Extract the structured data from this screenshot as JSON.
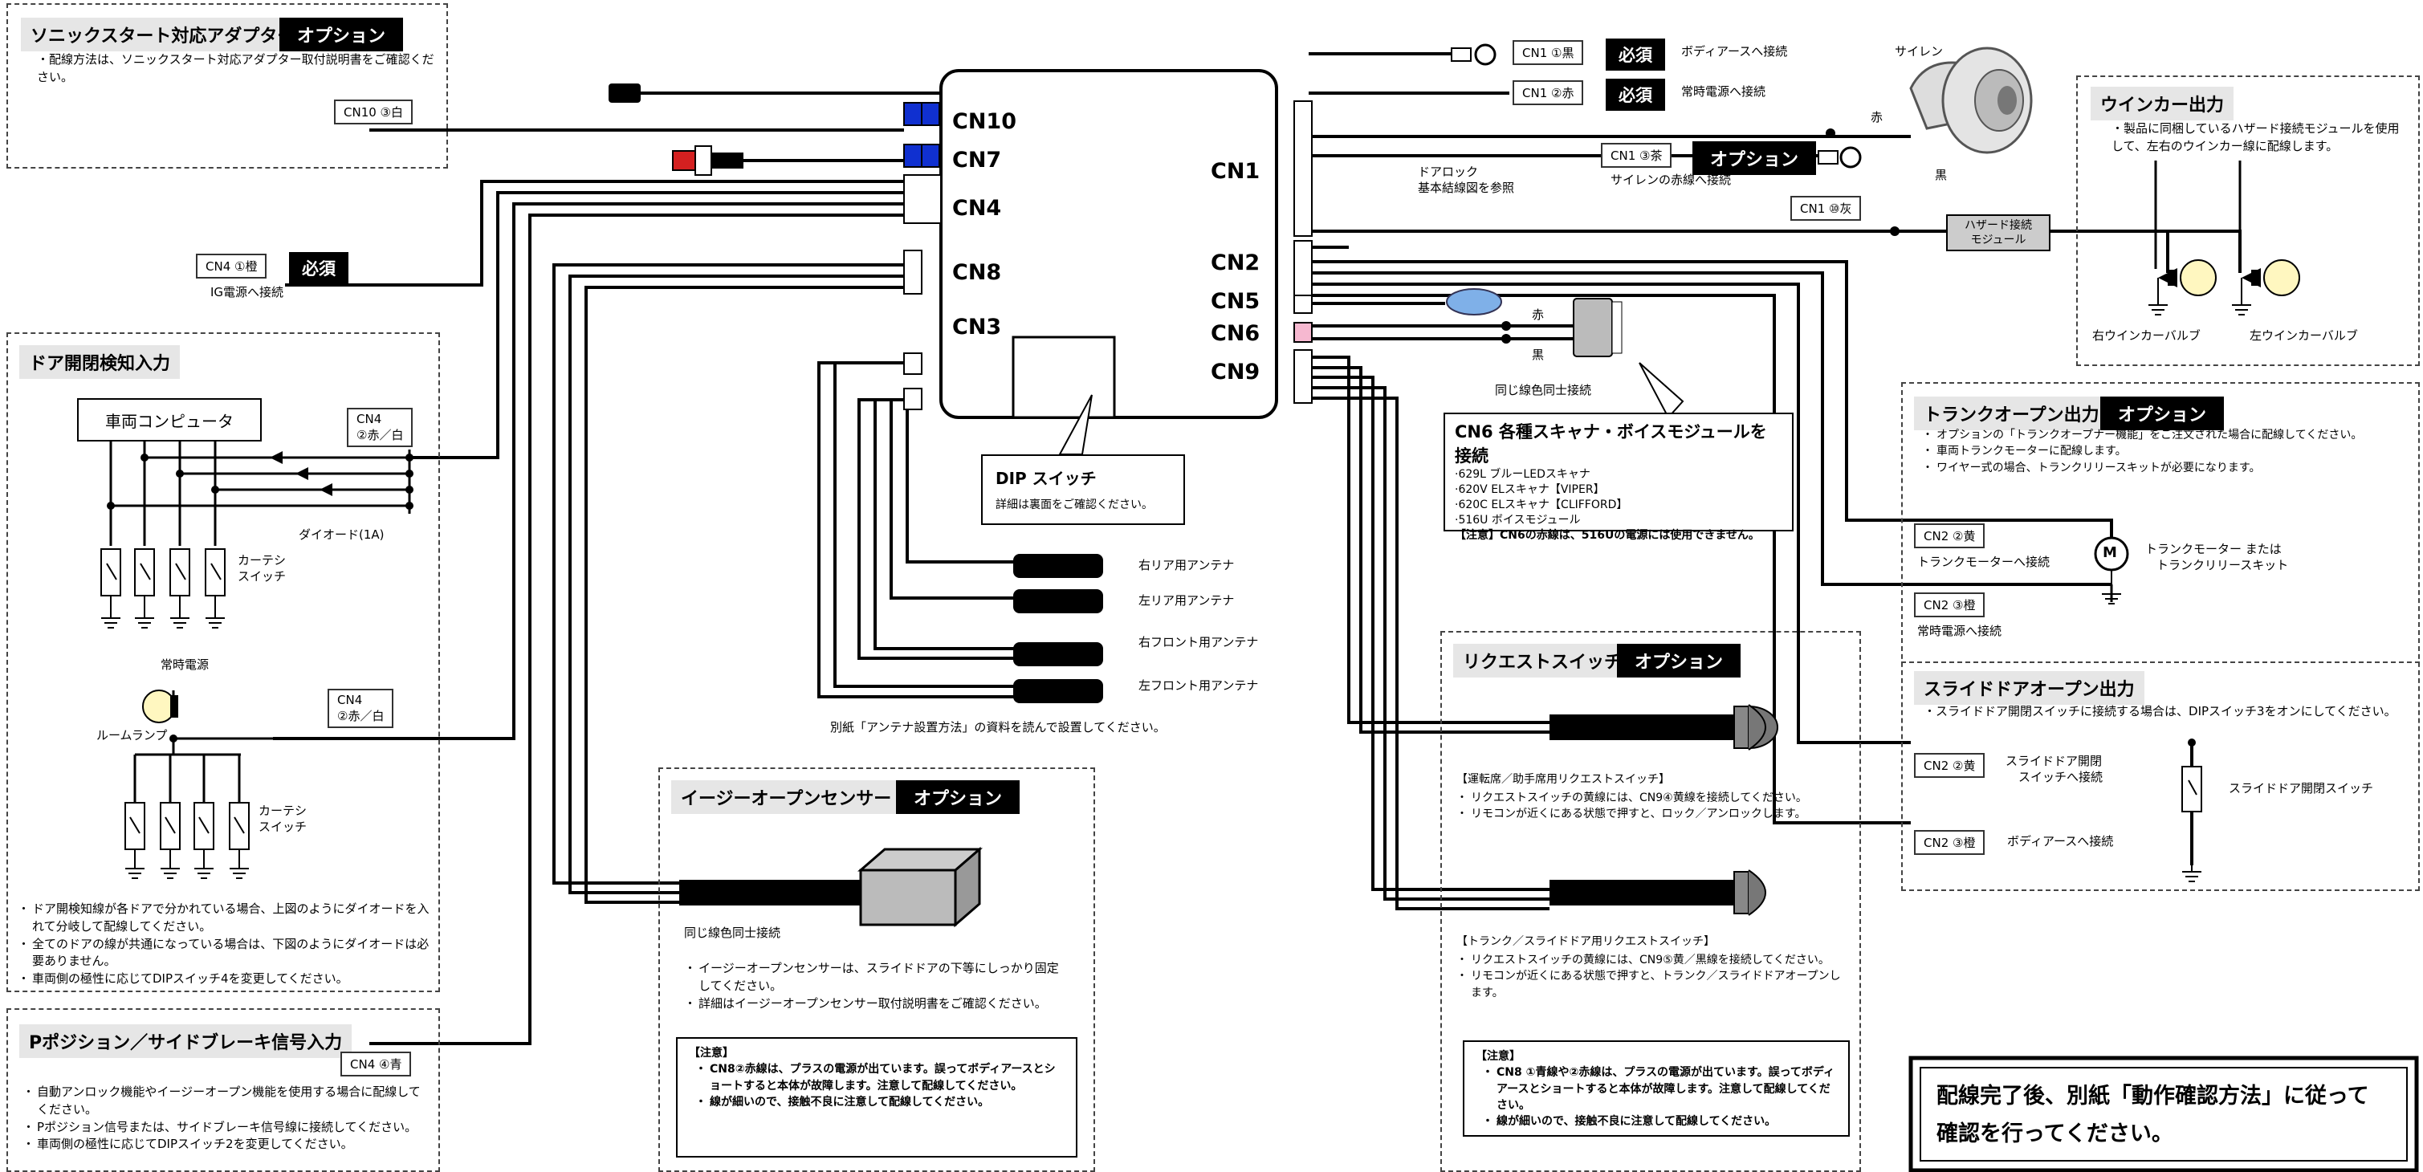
{
  "main_unit": {
    "connectors": [
      "CN10",
      "CN7",
      "CN4",
      "CN8",
      "CN3",
      "CN1",
      "CN2",
      "CN5",
      "CN6",
      "CN9"
    ]
  },
  "sonic": {
    "title": "ソニックスタート対応アダプター",
    "option": "オプション",
    "note": "配線方法は、ソニックスタート対応アダプター取付説明書をご確認ください。",
    "tag": "CN10 ③白"
  },
  "ig": {
    "tag": "CN4 ①橙",
    "req": "必須",
    "label": "IG電源へ接続"
  },
  "door": {
    "title": "ドア開閉検知入力",
    "computer": "車両コンピュータ",
    "tag1_line1": "CN4",
    "tag1_line2": "②赤／白",
    "diode": "ダイオード(1A)",
    "courtesy1": "カーテシ",
    "courtesy2": "スイッチ",
    "constant_power": "常時電源",
    "room_lamp": "ルームランプ",
    "tag2_line1": "CN4",
    "tag2_line2": "②赤／白",
    "notes": [
      "ドア開検知線が各ドアで分かれている場合、上図のようにダイオードを入れて分岐して配線してください。",
      "全てのドアの線が共通になっている場合は、下図のようにダイオードは必要ありません。",
      "車両側の極性に応じてDIPスイッチ4を変更してください。"
    ]
  },
  "ppos": {
    "title": "Pポジション／サイドブレーキ信号入力",
    "tag": "CN4 ④青",
    "notes": [
      "自動アンロック機能やイージーオープン機能を使用する場合に配線してください。",
      "Pポジション信号または、サイドブレーキ信号線に接続してください。",
      "車両側の極性に応じてDIPスイッチ2を変更してください。"
    ]
  },
  "dip": {
    "title": "DIP スイッチ",
    "text": "詳細は裏面をご確認ください。"
  },
  "antenna": {
    "labels": [
      "右リア用アンテナ",
      "左リア用アンテナ",
      "右フロント用アンテナ",
      "左フロント用アンテナ"
    ],
    "note": "別紙「アンテナ設置方法」の資料を読んで設置してください。"
  },
  "easy": {
    "title": "イージーオープンセンサー",
    "option": "オプション",
    "same_color": "同じ線色同士接続",
    "notes": [
      "イージーオープンセンサーは、スライドドアの下等にしっかり固定してください。",
      "詳細はイージーオープンセンサー取付説明書をご確認ください。"
    ],
    "caution_title": "【注意】",
    "cautions": [
      "CN8②赤線は、プラスの電源が出ています。誤ってボディアースとショートすると本体が故障します。注意して配線してください。",
      "線が細いので、接触不良に注意して配線してください。"
    ]
  },
  "cn1": {
    "tag1": "CN1 ①黒",
    "req1": "必須",
    "label1": "ボディアースへ接続",
    "tag2": "CN1 ②赤",
    "req2": "必須",
    "label2": "常時電源へ接続",
    "door_lock1": "ドアロック",
    "door_lock2": "基本結線図を参照",
    "tag3": "CN1 ③茶",
    "opt3": "オプション",
    "label3": "サイレンの赤線へ接続",
    "tag10": "CN1 ⑩灰",
    "siren": "サイレン",
    "red": "赤",
    "black": "黒",
    "hazard1": "ハザード接続",
    "hazard2": "モジュール"
  },
  "winker": {
    "title": "ウインカー出力",
    "note": "製品に同梱しているハザード接続モジュールを使用して、左右のウインカー線に配線します。",
    "right": "右ウインカーバルブ",
    "left": "左ウインカーバルブ"
  },
  "cn6": {
    "red": "赤",
    "black": "黒",
    "same_color": "同じ線色同士接続",
    "title": "CN6 各種スキャナ・ボイスモジュールを接続",
    "items": [
      "·629L ブルーLEDスキャナ",
      "·620V ELスキャナ【VIPER】",
      "·620C ELスキャナ【CLIFFORD】",
      "·516U ボイスモジュール"
    ],
    "caution": "【注意】CN6の赤線は、516Uの電源には使用できません。"
  },
  "trunk": {
    "title": "トランクオープン出力",
    "option": "オプション",
    "notes": [
      "オプションの「トランクオープナー機能」をご注文された場合に配線してください。",
      "車両トランクモーターに配線します。",
      "ワイヤー式の場合、トランクリリースキットが必要になります。"
    ],
    "tag1": "CN2 ②黄",
    "label1": "トランクモーターへ接続",
    "motor": "M",
    "motor_label1": "トランクモーター または",
    "motor_label2": "トランクリリースキット",
    "tag2": "CN2 ③橙",
    "label2": "常時電源へ接続"
  },
  "slide": {
    "title": "スライドドアオープン出力",
    "note": "スライドドア開閉スイッチに接続する場合は、DIPスイッチ3をオンにしてください。",
    "tag1": "CN2 ②黄",
    "label1a": "スライドドア開閉",
    "label1b": "スイッチへ接続",
    "switch_label": "スライドドア開閉スイッチ",
    "tag2": "CN2 ③橙",
    "label2": "ボディアースへ接続"
  },
  "request": {
    "title": "リクエストスイッチ",
    "option": "オプション",
    "h1": "【運転席／助手席用リクエストスイッチ】",
    "n1": [
      "リクエストスイッチの黄線には、CN9④黄線を接続してください。",
      "リモコンが近くにある状態で押すと、ロック／アンロックします。"
    ],
    "h2": "【トランク／スライドドア用リクエストスイッチ】",
    "n2": [
      "リクエストスイッチの黄線には、CN9⑤黄／黒線を接続してください。",
      "リモコンが近くにある状態で押すと、トランク／スライドドアオープンします。"
    ],
    "caution_title": "【注意】",
    "cautions": [
      "CN8 ①青線や②赤線は、プラスの電源が出ています。誤ってボディアースとショートすると本体が故障します。注意して配線してください。",
      "線が細いので、接触不良に注意して配線してください。"
    ]
  },
  "final": {
    "line1": "配線完了後、別紙「動作確認方法」に従って",
    "line2": "確認を行ってください。"
  },
  "colors": {
    "blue": "#1030d0",
    "pink": "#f6b8d0",
    "red": "#d42020",
    "led": "#7fb0e8",
    "bulb": "#fff7c0",
    "gray_box": "#c8c8c8"
  }
}
